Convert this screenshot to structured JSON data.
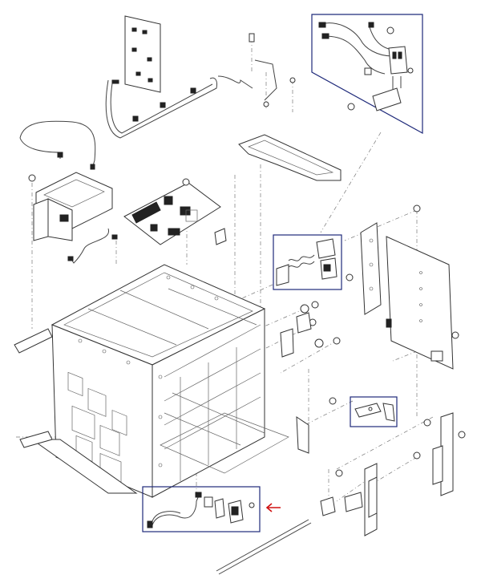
{
  "diagram": {
    "colors": {
      "line": "#444444",
      "callout_box": "#1f2a7a",
      "pointer_arrow": "#d01010",
      "background": "#ffffff"
    },
    "callouts": [
      {
        "id": "wiring-harness-assembly",
        "shape": "quad"
      },
      {
        "id": "spring-sensor-assembly",
        "shape": "rect"
      },
      {
        "id": "lever-assembly",
        "shape": "rect"
      },
      {
        "id": "sensor-cable-assembly",
        "shape": "rect",
        "highlighted": true
      }
    ],
    "pointer": {
      "icon": "left-arrow-icon",
      "target": "sensor-cable-assembly"
    }
  }
}
